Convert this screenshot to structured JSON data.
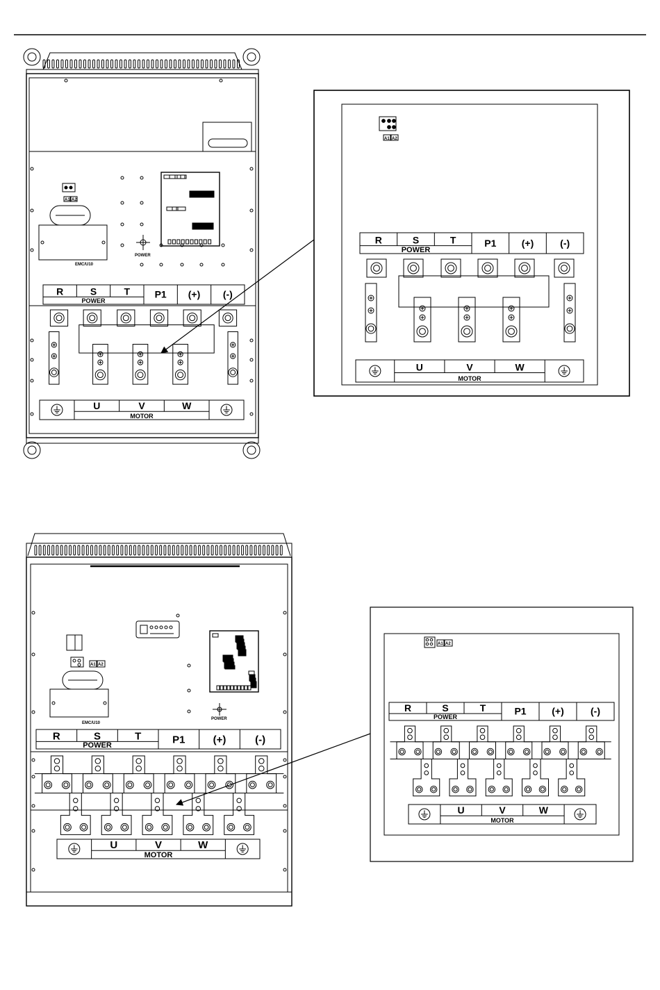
{
  "figure_top": {
    "drive_labels": {
      "power_logo": "POWER",
      "model": "EMC/U10",
      "jumper_a1": "A1",
      "jumper_a2": "A2"
    },
    "power_strip": {
      "terminals": [
        "R",
        "S",
        "T",
        "P1",
        "(+)",
        "(-)"
      ],
      "group_label": "POWER"
    },
    "motor_strip": {
      "terminals": [
        "U",
        "V",
        "W"
      ],
      "group_label": "MOTOR"
    },
    "detail": {
      "jumper_a1": "A1",
      "jumper_a2": "A2",
      "power_strip": {
        "terminals": [
          "R",
          "S",
          "T",
          "P1",
          "(+)",
          "(-)"
        ],
        "group_label": "POWER"
      },
      "motor_strip": {
        "terminals": [
          "U",
          "V",
          "W"
        ],
        "group_label": "MOTOR"
      }
    }
  },
  "figure_bottom": {
    "drive_labels": {
      "power_logo": "POWER",
      "model": "EMC/U10",
      "jumper_a1": "A1",
      "jumper_a2": "A2"
    },
    "power_strip": {
      "terminals": [
        "R",
        "S",
        "T",
        "P1",
        "(+)",
        "(-)"
      ],
      "group_label": "POWER"
    },
    "motor_strip": {
      "terminals": [
        "U",
        "V",
        "W"
      ],
      "group_label": "MOTOR"
    },
    "detail": {
      "jumper_a1": "A1",
      "jumper_a2": "A2",
      "power_strip": {
        "terminals": [
          "R",
          "S",
          "T",
          "P1",
          "(+)",
          "(-)"
        ],
        "group_label": "POWER"
      },
      "motor_strip": {
        "terminals": [
          "U",
          "V",
          "W"
        ],
        "group_label": "MOTOR"
      }
    }
  }
}
